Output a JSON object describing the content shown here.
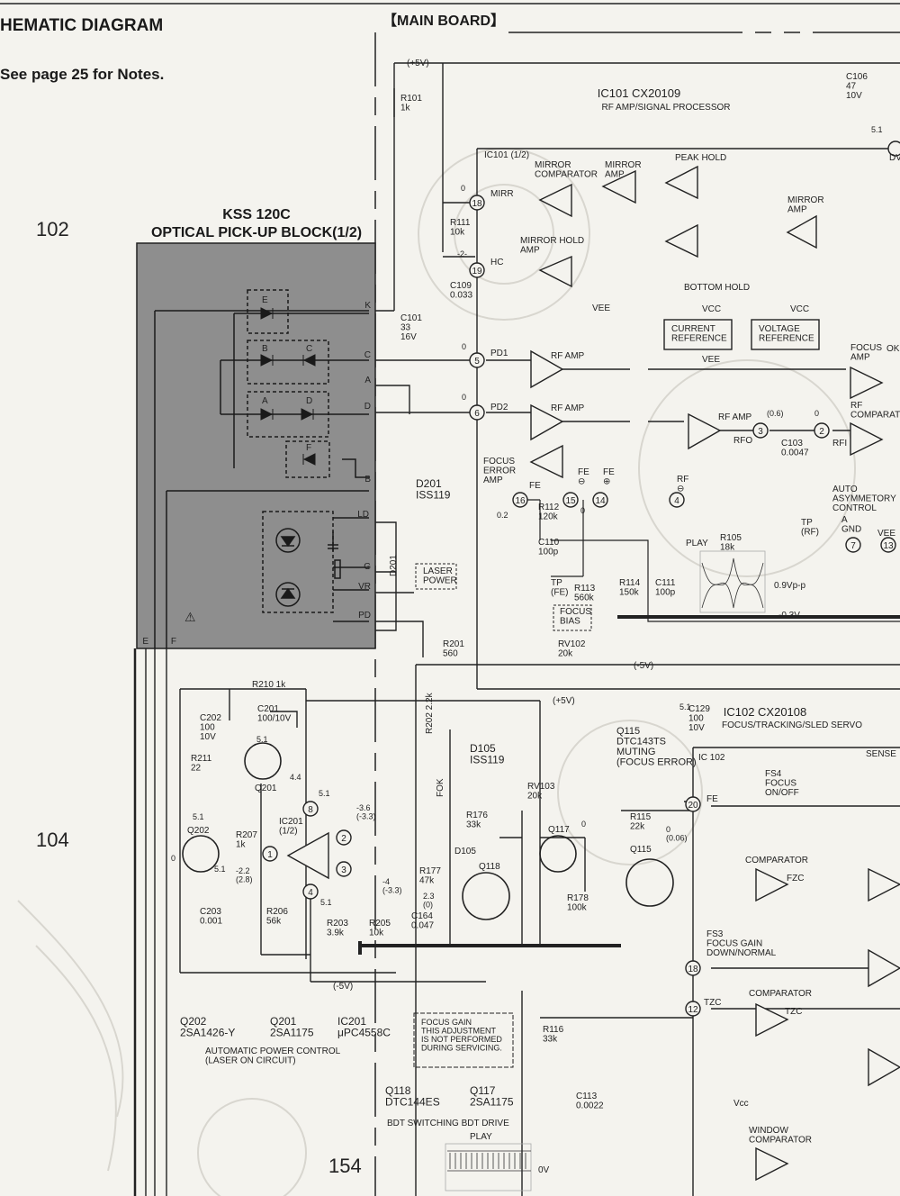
{
  "page": {
    "title": "HEMATIC DIAGRAM",
    "note": "See page 25 for Notes.",
    "board": "【MAIN BOARD】"
  },
  "pickup": {
    "title1": "KSS 120C",
    "title2": "OPTICAL PICK-UP BLOCK(1/2)",
    "pins": [
      "K",
      "C",
      "A",
      "D",
      "B",
      "LD",
      "G",
      "VR",
      "PD",
      "E",
      "F"
    ],
    "diodes": [
      "E",
      "B",
      "C",
      "A",
      "D",
      "F"
    ],
    "warning": "⚠"
  },
  "ic101": {
    "title": "IC101  CX20109",
    "subtitle": "RF AMP/SIGNAL PROCESSOR",
    "half": "IC101 (1/2)",
    "mirror_comparator": "MIRROR\nCOMPARATOR",
    "mirror_amp1": "MIRROR\nAMP",
    "mirror_amp2": "MIRROR\nAMP",
    "mirror_hold": "MIRROR  HOLD\nAMP",
    "peak_hold": "PEAK  HOLD",
    "bottom_hold": "BOTTOM  HOLD",
    "current_ref": "CURRENT\nREFERENCE",
    "voltage_ref": "VOLTAGE\nREFERENCE",
    "vcc": "VCC",
    "vee": "VEE",
    "rf_amp1": "RF  AMP",
    "rf_amp2": "RF  AMP",
    "rf_amp3": "RF AMP",
    "rfo": "RFO",
    "rfi": "RFI",
    "focus_error_amp": "FOCUS\nERROR\nAMP",
    "focus_amp": "FOCUS\nAMP",
    "ok": "OK",
    "rf_comparator": "RF\nCOMPARATOR",
    "auto_asym": "AUTO\nASYMMETORY\nCONTROL",
    "a_gnd": "A\nGND",
    "vee_pin": "VEE",
    "mirr": "MIRR",
    "hc": "HC",
    "pd1": "PD1",
    "pd2": "PD2",
    "fe": "FE",
    "rf_minus": "RF\n⊖",
    "fe_minus": "FE\n⊖",
    "fe_plus": "FE\n⊕",
    "pins": [
      "18",
      "19",
      "5",
      "6",
      "16",
      "15",
      "14",
      "4",
      "3",
      "2",
      "7",
      "13"
    ],
    "vee_label": "VEE",
    "dv": "DV"
  },
  "ic102": {
    "title": "IC102  CX20108",
    "subtitle": "FOCUS/TRACKING/SLED SERVO",
    "inner": "IC 102",
    "sense": "SENSE",
    "fe": "FE",
    "fs4": "FS4\nFOCUS\nON/OFF",
    "comparator1": "COMPARATOR",
    "fzc": "FZC",
    "fs3": "FS3\nFOCUS  GAIN\nDOWN/NORMAL",
    "comparator2": "COMPARATOR",
    "tzc": "TZC",
    "tzc_pin": "TZC",
    "vcc": "Vcc",
    "window_comparator": "WINDOW\nCOMPARATOR",
    "pins": [
      "20",
      "18",
      "12"
    ]
  },
  "components": {
    "r101": "R101\n1k",
    "plus5v": "(+5V)",
    "plus5v_2": "(+5V)",
    "minus5v": "(-5V)",
    "minus5v_2": "(-5V)",
    "c106": "C106\n47\n10V",
    "r111": "R111\n10k",
    "c109": "C109\n0.033",
    "c101": "C101\n33\n16V",
    "d201": "D201\nISS119",
    "d201_v": "D201",
    "laser_power": "LASER\nPOWER",
    "r112": "R112\n120k",
    "c110": "C110\n100p",
    "tp_fe": "TP\n(FE)",
    "r113": "R113\n560k",
    "r114": "R114\n150k",
    "c111": "C111\n100p",
    "focus_bias": "FOCUS\nBIAS",
    "rv102": "RV102\n20k",
    "r105": "R105\n18k",
    "tp_rf": "TP\n(RF)",
    "c103": "C103\n0.0047",
    "play": "PLAY",
    "vpp": "0.9Vp-p",
    "v03": "-0.3V",
    "r201": "R201\n560",
    "r202": "R202 2.2k",
    "r210": "R210  1k",
    "c201": "C201\n100/10V",
    "c202": "C202\n100\n10V",
    "r211": "R211\n22",
    "q201": "Q201",
    "q202": "Q202",
    "r207": "R207\n1k",
    "ic201": "IC201\n(1/2)",
    "c203": "C203\n0.001",
    "r206": "R206\n56k",
    "r203": "R203\n3.9k",
    "r205": "R205\n10k",
    "d105": "D105\nISS119",
    "d105b": "D105",
    "fok": "FOK",
    "r176": "R176\n33k",
    "r177": "R177\n47k",
    "c164": "C164\n0.047",
    "q118": "Q118",
    "rv103": "RV103\n20k",
    "q117": "Q117",
    "r178": "R178\n100k",
    "r115": "R115\n22k",
    "q115": "Q115",
    "q115_full": "Q115\nDTC143TS\nMUTING\n(FOCUS ERROR)",
    "c129": "C129\n100\n10V",
    "r116": "R116\n33k",
    "c113": "C113\n0.0022",
    "focus_gain_note": "FOCUS GAIN\nTHIS ADJUSTMENT\nIS NOT PERFORMED\nDURING SERVICING.",
    "play2": "PLAY",
    "v0": "0V"
  },
  "voltages": [
    "0",
    "-2-",
    "0",
    "0",
    "0.2",
    "0",
    "(0.6)",
    "0",
    "5.1",
    "5.1",
    "4.4",
    "5.1",
    "-3.6\n(-3.3)",
    "-4\n(-3.3)",
    "5.1",
    "5.1",
    "-2.2\n(2.8)",
    "0",
    "2.3\n(0)",
    "0",
    "0\n(0.06)",
    "5.1",
    "5.1"
  ],
  "legend": {
    "q202": "Q202\n2SA1426-Y",
    "q201": "Q201\n2SA1175",
    "ic201": "IC201\nμPC4558C",
    "apc": "AUTOMATIC POWER  CONTROL\n(LASER ON CIRCUIT)",
    "q118": "Q118\nDTC144ES",
    "q117": "Q117\n2SA1175",
    "bdt": "BDT SWITCHING  BDT DRIVE"
  },
  "faint": [
    "102",
    "104",
    "154"
  ],
  "colors": {
    "ink": "#222222",
    "paper": "#f4f3ee",
    "pickup_fill": "#8e8e8e"
  }
}
